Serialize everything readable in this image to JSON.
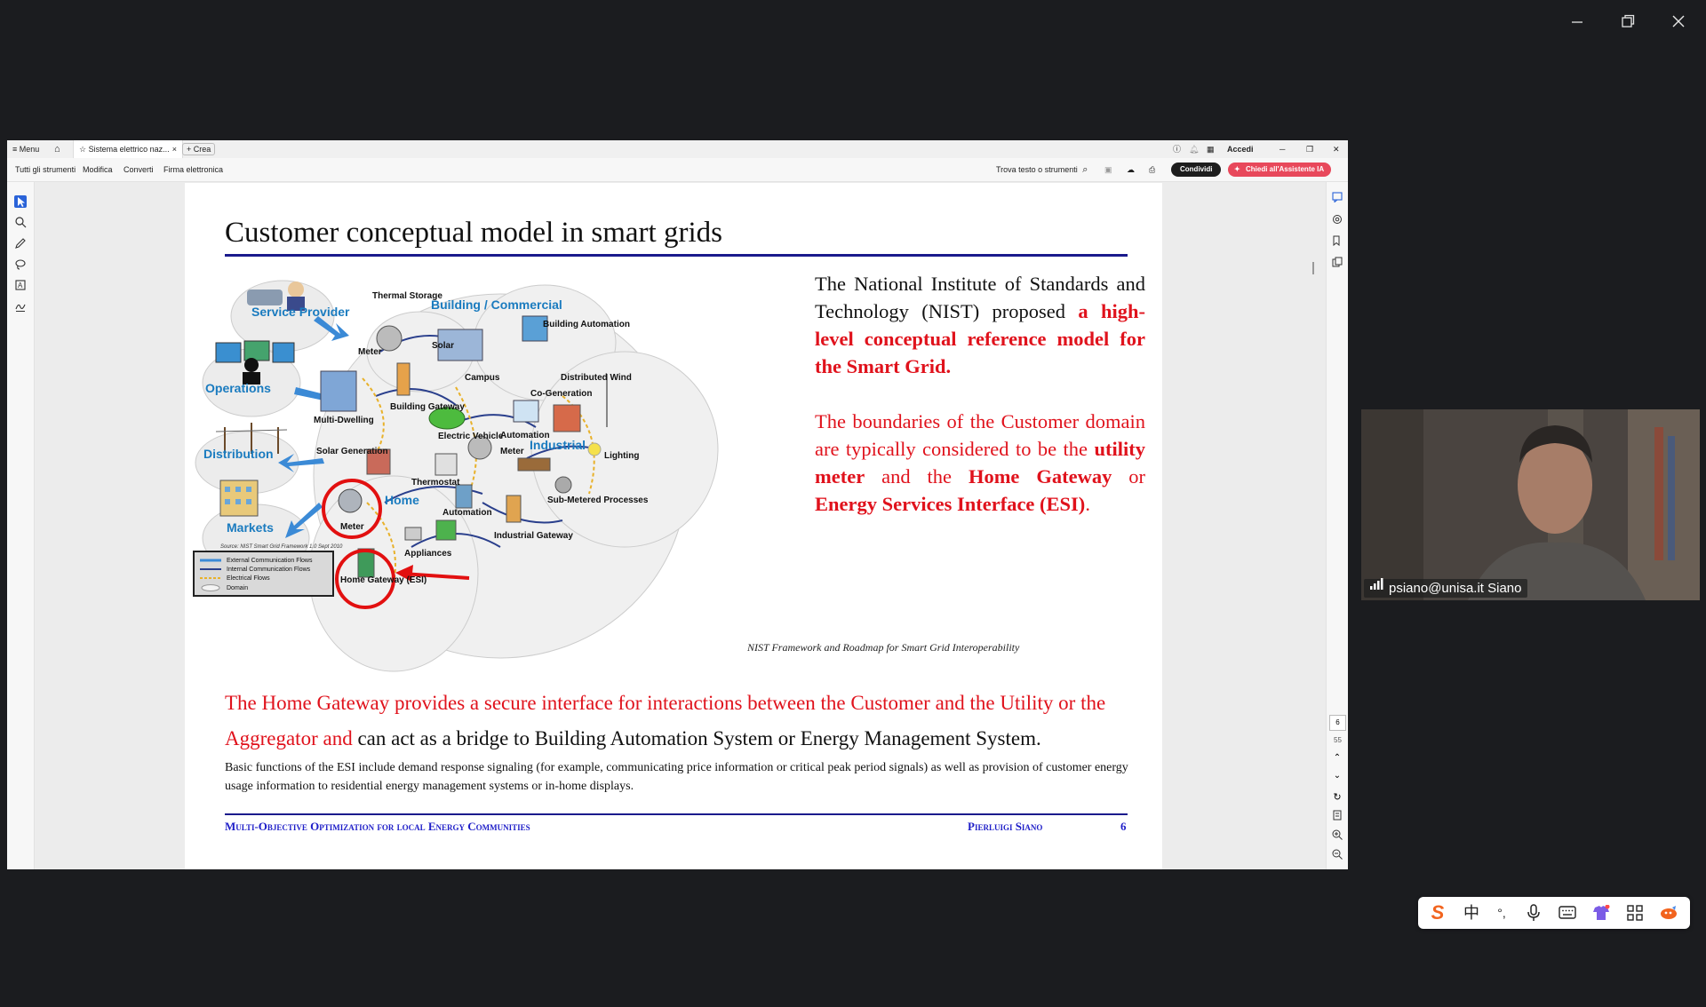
{
  "window": {
    "minimize": "─",
    "restore": "❐",
    "close": "✕"
  },
  "app": {
    "tabbar": {
      "menu": "Menu",
      "tab_title": "Sistema elettrico naz...",
      "tab_close": "×",
      "new_button": "Crea",
      "sign_in": "Accedi"
    },
    "toolbar": {
      "menus": [
        "Tutti gli strumenti",
        "Modifica",
        "Converti",
        "Firma elettronica"
      ],
      "search_label": "Trova testo o strumenti",
      "share_button": "Condividi",
      "ai_button": "Chiedi all'Assistente IA"
    },
    "page_indicator": {
      "current": "6",
      "total": "55"
    }
  },
  "slide": {
    "title": "Customer conceptual model in smart grids",
    "nist_p1": "The National Institute of Standards and Technology (NIST) proposed ",
    "nist_p1_emph": "a high-level conceptual reference model for the Smart Grid.",
    "nist_p2_a": "The boundaries of the Customer domain are typically considered to be the ",
    "nist_p2_b": "utility meter",
    "nist_p2_c": " and the ",
    "nist_p2_d": "Home Gateway",
    "nist_p2_e": " or ",
    "nist_p2_f": "Energy Services Interface (ESI)",
    "nist_p2_g": ".",
    "caption": "NIST Framework and Roadmap for Smart Grid Interoperability",
    "gateway_red": "The Home Gateway provides a secure interface for interactions between the Customer and the Utility or the Aggregator and",
    "gateway_black": " can act as a bridge to Building Automation System or Energy Management System.",
    "esi_text": "Basic functions of the ESI include demand response signaling (for example, communicating price information or critical peak period signals) as well as provision of customer energy usage information to residential energy management systems or in-home displays.",
    "footer_left": "Multi-Objective Optimization for local Energy Communities",
    "footer_author": "Pierluigi Siano",
    "footer_page": "6"
  },
  "diagram": {
    "domains": [
      "Service Provider",
      "Operations",
      "Distribution",
      "Markets",
      "Building / Commercial",
      "Industrial",
      "Home"
    ],
    "labels": [
      "Thermal Storage",
      "Building Automation",
      "Meter",
      "Solar",
      "Campus",
      "Multi-Dwelling",
      "Building Gateway",
      "Distributed Wind",
      "Co-Generation",
      "Electric Vehicle",
      "Automation",
      "Meter",
      "Lighting",
      "Solar Generation",
      "Thermostat",
      "Sub-Metered Processes",
      "Meter",
      "Automation",
      "Industrial Gateway",
      "Appliances",
      "Home Gateway (ESI)"
    ],
    "source": "Source: NIST Smart Grid Framework 1.0 Sept 2010",
    "legend": [
      "External Communication Flows",
      "Internal Communication Flows",
      "Electrical Flows",
      "Domain"
    ]
  },
  "webcam": {
    "name": "psiano@unisa.it Siano"
  },
  "ime": {
    "logo": "S",
    "lang": "中",
    "punct": "°,"
  }
}
